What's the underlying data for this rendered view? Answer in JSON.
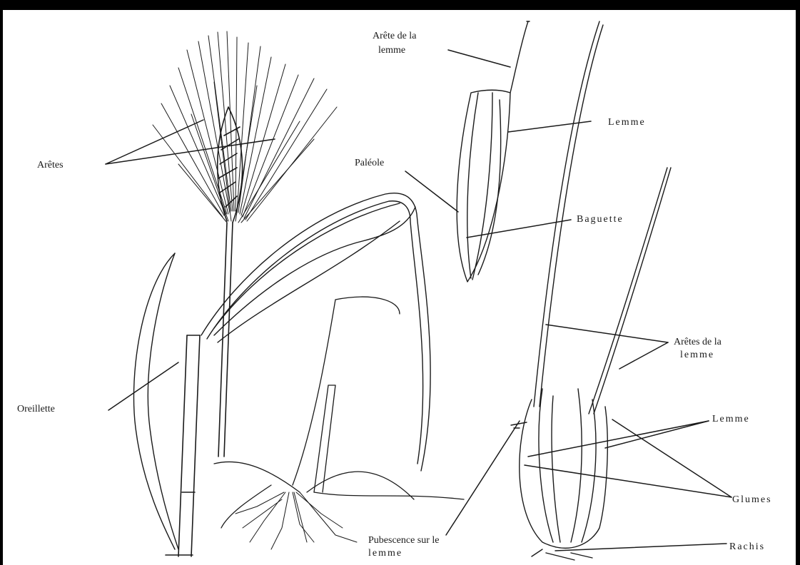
{
  "labels": {
    "aretes": "Arêtes",
    "oreillette": "Oreillette",
    "arete_lemme_l1": "Arête de la",
    "arete_lemme_l2": "lemme",
    "lemme_top": "Lemme",
    "paleole": "Paléole",
    "baguette": "Baguette",
    "aretes_lemme_l1": "Arêtes de la",
    "aretes_lemme_l2": "lemme",
    "lemme_bottom": "Lemme",
    "glumes": "Glumes",
    "rachis": "Rachis",
    "pubescence_l1": "Pubescence sur le",
    "pubescence_l2": "lemme"
  }
}
